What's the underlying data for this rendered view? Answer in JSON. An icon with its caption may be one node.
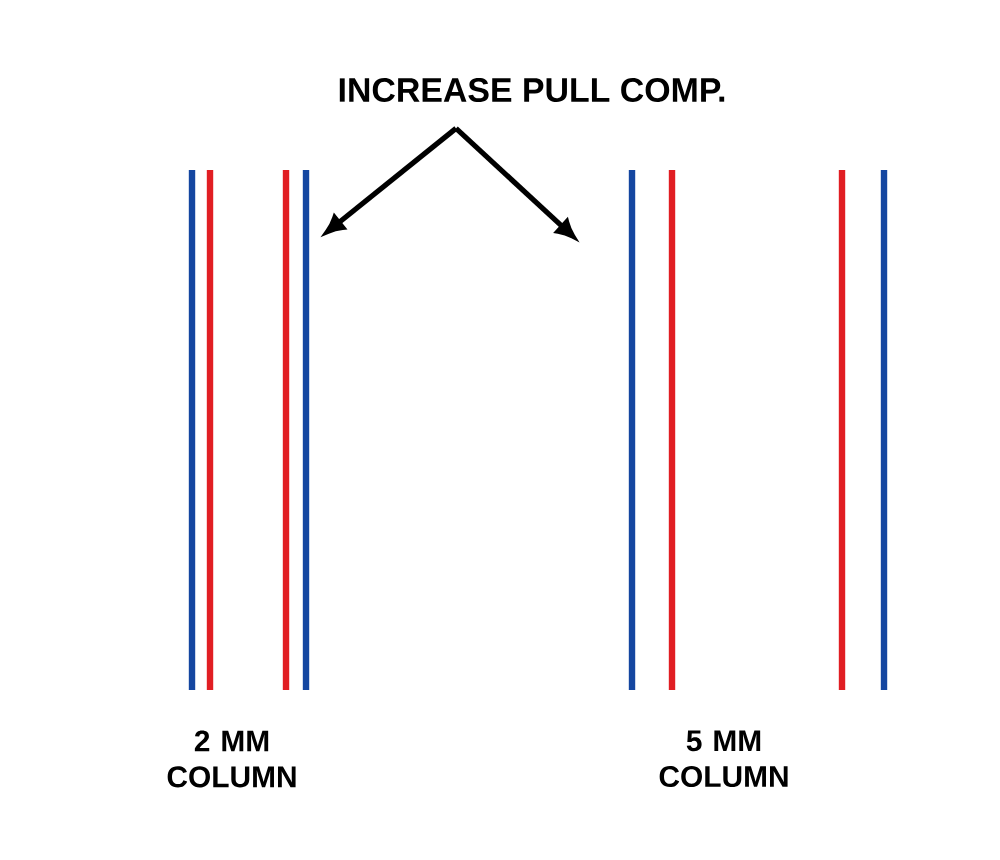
{
  "diagram": {
    "nodes": [
      {
        "text": [
          "INCREASE PULL COMP."
        ]
      },
      {
        "text": [],
        "shape": "picture",
        "beside": [
          "2 MM COLUMN"
        ]
      },
      {
        "text": [],
        "shape": "picture",
        "beside": [
          "5 MM COLUMN"
        ]
      }
    ],
    "edges": [
      {
        "from": 0,
        "to": 1,
        "arrow": "to"
      },
      {
        "from": 0,
        "to": 2,
        "arrow": "to"
      }
    ]
  }
}
